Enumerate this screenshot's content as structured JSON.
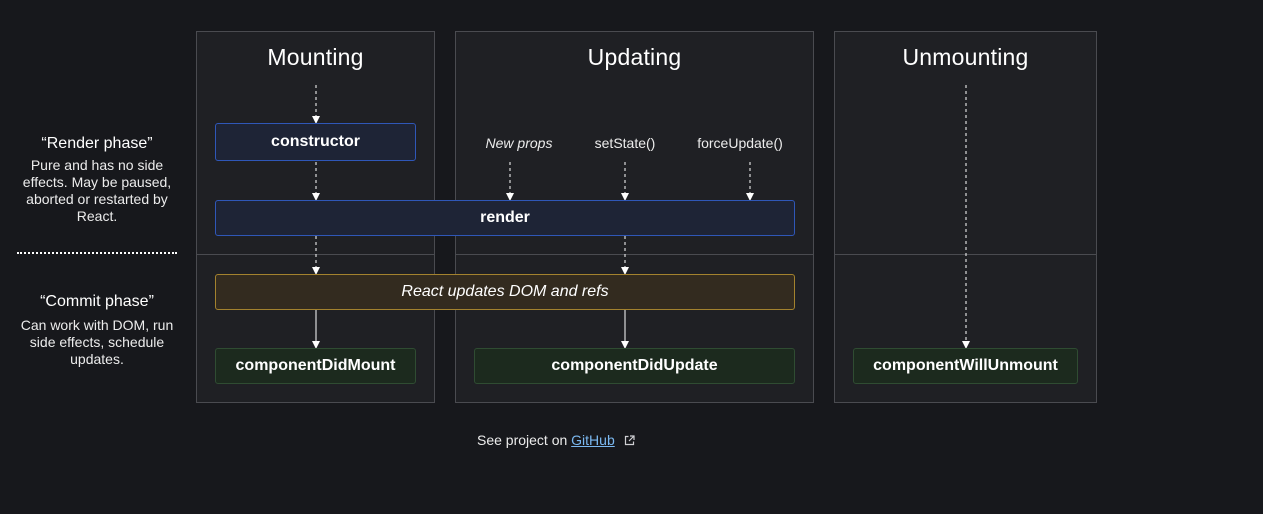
{
  "phases": {
    "render": {
      "title": "“Render phase”",
      "description": "Pure and has no side effects. May be paused, aborted or restarted by React."
    },
    "commit": {
      "title": "“Commit phase”",
      "description": "Can work with DOM, run side effects, schedule updates."
    }
  },
  "columns": {
    "mounting": "Mounting",
    "updating": "Updating",
    "unmounting": "Unmounting"
  },
  "triggers": {
    "new_props": "New props",
    "set_state": "setState()",
    "force_update": "forceUpdate()"
  },
  "methods": {
    "constructor": "constructor",
    "render": "render",
    "dom_update": "React updates DOM and refs",
    "did_mount": "componentDidMount",
    "did_update": "componentDidUpdate",
    "will_unmount": "componentWillUnmount"
  },
  "footer": {
    "prefix": "See project on ",
    "link": "GitHub",
    "icon": "external-link-icon"
  },
  "colors": {
    "background": "#17181c",
    "column_bg": "#1f2024",
    "render_border": "#2f57b8",
    "commit_border": "#a3822e",
    "lifecycle_border": "#2f4c32",
    "link": "#7bb8f0"
  }
}
